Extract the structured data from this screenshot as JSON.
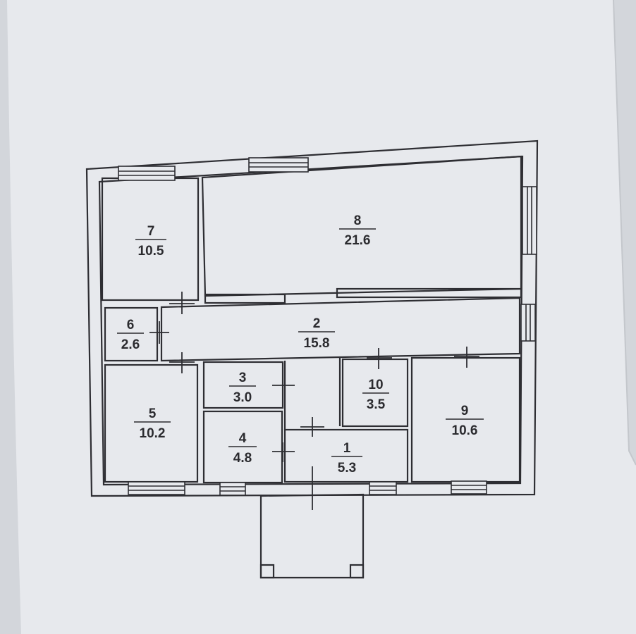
{
  "rooms": [
    {
      "id": "1",
      "num": "1",
      "area": "5.3"
    },
    {
      "id": "2",
      "num": "2",
      "area": "15.8"
    },
    {
      "id": "3",
      "num": "3",
      "area": "3.0"
    },
    {
      "id": "4",
      "num": "4",
      "area": "4.8"
    },
    {
      "id": "5",
      "num": "5",
      "area": "10.2"
    },
    {
      "id": "6",
      "num": "6",
      "area": "2.6"
    },
    {
      "id": "7",
      "num": "7",
      "area": "10.5"
    },
    {
      "id": "8",
      "num": "8",
      "area": "21.6"
    },
    {
      "id": "9",
      "num": "9",
      "area": "10.6"
    },
    {
      "id": "10",
      "num": "10",
      "area": "3.5"
    }
  ],
  "colors": {
    "paper": "#e6e8ec",
    "paper_shadow": "#c9ccd2",
    "wall": "#2e2e33",
    "text": "#2b2b2f"
  }
}
